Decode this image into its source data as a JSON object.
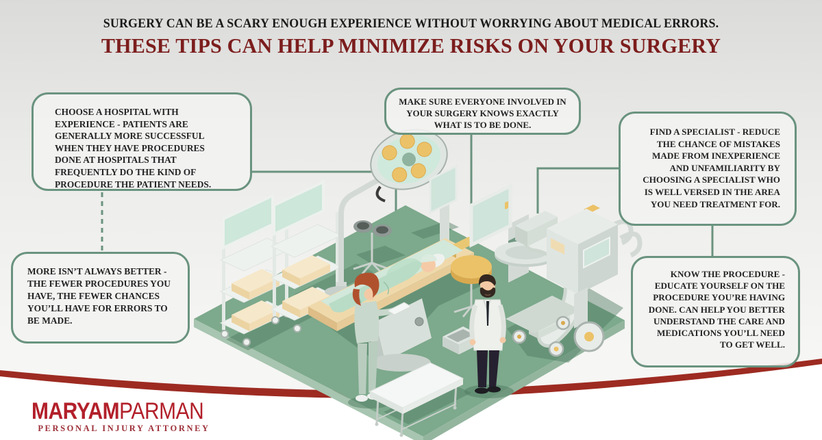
{
  "header": {
    "subtitle": "SURGERY CAN BE A SCARY ENOUGH EXPERIENCE WITHOUT WORRYING ABOUT MEDICAL ERRORS.",
    "title": "THESE TIPS CAN HELP MINIMIZE RISKS ON YOUR SURGERY"
  },
  "tips": [
    {
      "name": "choose-hospital",
      "text": "CHOOSE A HOSPITAL WITH EXPERIENCE - PATIENTS ARE GENERALLY MORE SUCCESSFUL WHEN THEY HAVE PROCEDURES DONE AT HOSPITALS THAT FREQUENTLY DO THE KIND OF PROCEDURE THE PATIENT NEEDS."
    },
    {
      "name": "communicate-plan",
      "text": "MAKE SURE EVERYONE INVOLVED IN YOUR SURGERY KNOWS EXACTLY WHAT IS TO BE DONE."
    },
    {
      "name": "find-specialist",
      "text": "FIND A SPECIALIST - REDUCE THE CHANCE OF MISTAKES MADE FROM INEXPERIENCE AND UNFAMILIARITY BY CHOOSING A SPECIALIST WHO IS WELL VERSED IN THE AREA YOU NEED TREATMENT FOR."
    },
    {
      "name": "fewer-procedures",
      "text": "MORE ISN’T ALWAYS BETTER - THE FEWER PROCEDURES YOU HAVE, THE FEWER CHANCES YOU’LL HAVE FOR ERRORS TO BE MADE."
    },
    {
      "name": "know-procedure",
      "text": "KNOW THE PROCEDURE - EDUCATE YOURSELF ON THE PROCEDURE YOU’RE HAVING DONE. CAN HELP YOU BETTER UNDERSTAND THE CARE AND MEDICATIONS YOU’LL NEED TO GET WELL."
    }
  ],
  "logo": {
    "name_bold": "MARYAM",
    "name_light": "PARMAN",
    "tagline": "PERSONAL INJURY ATTORNEY"
  },
  "illustration": {
    "alt": "Isometric operating-room scene",
    "elements": [
      "surgical-lamp",
      "monitor-shelf-carts",
      "instrument-stand",
      "overhead-monitor",
      "operating-table",
      "patient",
      "nurse",
      "doctor",
      "stool",
      "c-arm-xray-machine",
      "equipment-cart",
      "open-equipment-case",
      "step-bench"
    ]
  },
  "colors": {
    "headline": "#1b1b1b",
    "headline_accent": "#7c1d1d",
    "tip_border": "#6a937f",
    "tip_text": "#242424",
    "ribbon_red": "#9d2b22",
    "logo_red": "#b2202a",
    "floor_green": "#7da98c",
    "equipment_gray": "#e3e9e5",
    "accent_amber": "#ecc268",
    "screen_mint": "#cfe7da"
  }
}
